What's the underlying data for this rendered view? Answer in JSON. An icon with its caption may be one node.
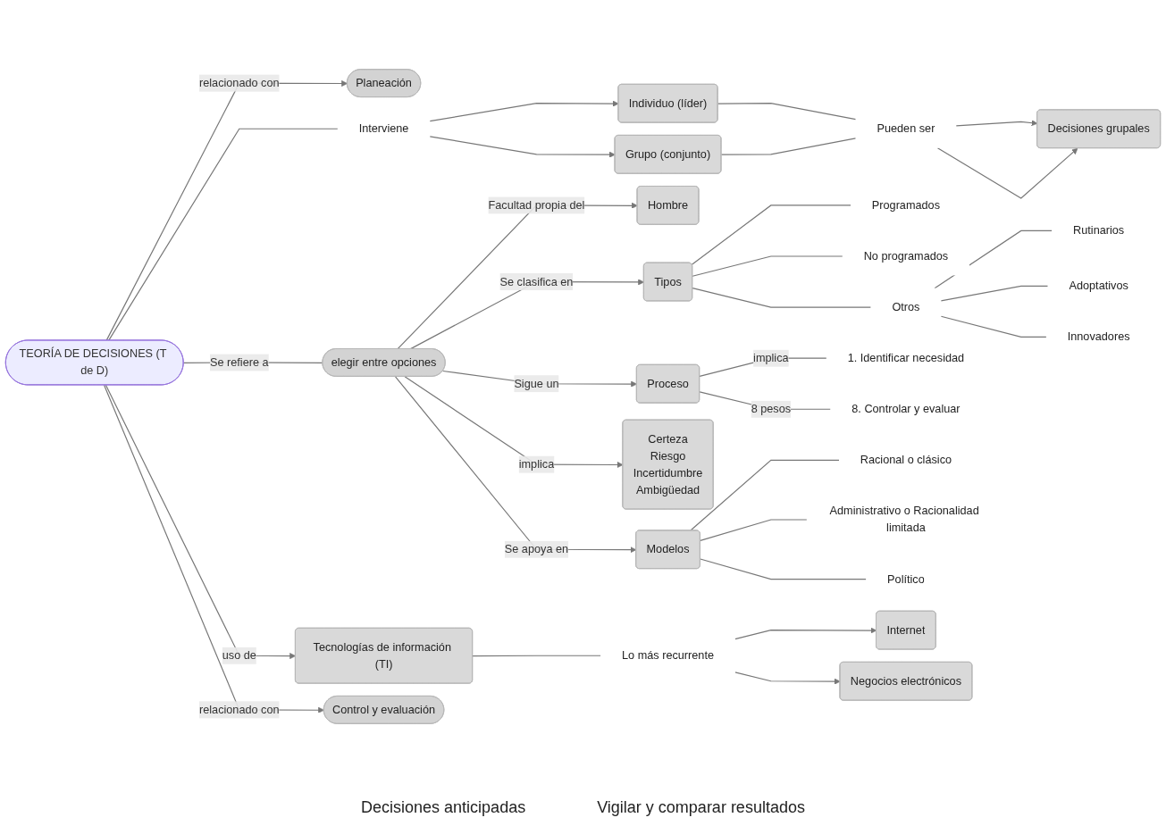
{
  "diagram": {
    "nodes": [
      {
        "text": [
          "Decisiones grupales"
        ]
      },
      {
        "text": [
          "Planeación"
        ]
      },
      {
        "text": [
          "Pueden ser"
        ]
      },
      {
        "text": [
          "Individuo (líder)"
        ]
      },
      {
        "text": [
          "Grupo (conjunto)"
        ]
      },
      {
        "text": [
          "Interviene"
        ]
      },
      {
        "text": [
          "TEORÍA DE DECISIONES (T de D)"
        ]
      },
      {
        "text": [
          "Hombre"
        ]
      },
      {
        "text": [
          "elegir entre opciones"
        ]
      },
      {
        "text": [
          "Tipos"
        ]
      },
      {
        "text": [
          "Programados"
        ]
      },
      {
        "text": [
          "No programados"
        ]
      },
      {
        "text": [
          "Otros"
        ]
      },
      {
        "text": [
          "Rutinarios"
        ]
      },
      {
        "text": [
          "Adoptativos"
        ]
      },
      {
        "text": [
          "Innovadores"
        ]
      },
      {
        "text": [
          "Proceso"
        ]
      },
      {
        "text": [
          "1. Identificar necesidad"
        ]
      },
      {
        "text": [
          "8. Controlar y evaluar"
        ]
      },
      {
        "text": [
          "Tecnologías de información (TI)"
        ]
      },
      {
        "text": [
          "Certeza",
          "Riesgo",
          "Incertidumbre",
          "Ambigüedad"
        ]
      },
      {
        "text": [
          "Modelos"
        ]
      },
      {
        "text": [
          "Racional o clásico"
        ]
      },
      {
        "text": [
          "Administrativo o Racionalidad limitada"
        ]
      },
      {
        "text": [
          "Político"
        ]
      },
      {
        "text": [
          "Lo más recurrente"
        ]
      },
      {
        "text": [
          "Internet"
        ]
      },
      {
        "text": [
          "Negocios electrónicos"
        ]
      },
      {
        "text": [
          "Control y evaluación"
        ]
      }
    ],
    "edges": [
      {
        "from": 6,
        "to": 5,
        "arrow": "none"
      },
      {
        "from": 5,
        "to": 3,
        "arrow": "to"
      },
      {
        "from": 5,
        "to": 4,
        "arrow": "to"
      },
      {
        "from": 3,
        "to": 2,
        "arrow": "none"
      },
      {
        "from": 4,
        "to": 2,
        "arrow": "none"
      },
      {
        "from": 2,
        "to": 0,
        "arrow": "to"
      },
      {
        "from": 2,
        "to": 0,
        "arrow": "to"
      },
      {
        "from": 6,
        "to": 1,
        "arrow": "to",
        "label": "relacionado con"
      },
      {
        "from": 6,
        "to": 8,
        "arrow": "none",
        "label": "Se refiere a"
      },
      {
        "from": 6,
        "to": 19,
        "arrow": "to",
        "label": "uso de"
      },
      {
        "from": 6,
        "to": 28,
        "arrow": "to",
        "label": "relacionado con"
      },
      {
        "from": 8,
        "to": 7,
        "arrow": "to",
        "label": "Facultad propia del"
      },
      {
        "from": 8,
        "to": 20,
        "arrow": "to",
        "label": "implica"
      },
      {
        "from": 8,
        "to": 9,
        "arrow": "to",
        "label": "Se clasifica en"
      },
      {
        "from": 8,
        "to": 16,
        "arrow": "to",
        "label": "Sigue un"
      },
      {
        "from": 8,
        "to": 21,
        "arrow": "to",
        "label": "Se apoya en"
      },
      {
        "from": 9,
        "to": 10,
        "arrow": "none"
      },
      {
        "from": 9,
        "to": 11,
        "arrow": "none"
      },
      {
        "from": 9,
        "to": 12,
        "arrow": "none"
      },
      {
        "from": 12,
        "to": 13,
        "arrow": "none"
      },
      {
        "from": 12,
        "to": 14,
        "arrow": "none"
      },
      {
        "from": 12,
        "to": 15,
        "arrow": "none"
      },
      {
        "from": 16,
        "to": 17,
        "arrow": "none",
        "label": "implica"
      },
      {
        "from": 16,
        "to": 18,
        "arrow": "none",
        "label": "8 pesos"
      },
      {
        "from": 21,
        "to": 22,
        "arrow": "none"
      },
      {
        "from": 21,
        "to": 23,
        "arrow": "none"
      },
      {
        "from": 21,
        "to": 24,
        "arrow": "none"
      },
      {
        "from": 19,
        "to": 25,
        "arrow": "none"
      },
      {
        "from": 25,
        "to": 26,
        "arrow": "to"
      },
      {
        "from": 25,
        "to": 27,
        "arrow": "to"
      }
    ],
    "labels": [
      "Decisiones anticipadas",
      "Vigilar y comparar resultados"
    ]
  }
}
